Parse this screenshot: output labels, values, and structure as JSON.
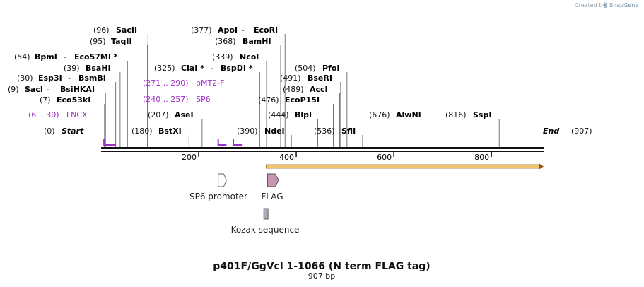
{
  "credit": {
    "text": "Created by",
    "brand": "SnapGene"
  },
  "map": {
    "length": 907,
    "start_label": "Start",
    "end_label": "End",
    "start_pos": "(0)",
    "end_pos": "(907)",
    "ticks": [
      200,
      400,
      600,
      800
    ],
    "tick_labels": [
      "200",
      "400",
      "600",
      "800"
    ]
  },
  "sites": [
    {
      "pos": "(96)",
      "name": "SacII",
      "site": 96
    },
    {
      "pos": "(95)",
      "name": "TaqII",
      "site": 95
    },
    {
      "pos": "(54)",
      "name": "BpmI",
      "sep": " - ",
      "name2": "Eco57MI *",
      "site": 54
    },
    {
      "pos": "(39)",
      "name": "BsaHI",
      "site": 39
    },
    {
      "pos": "(30)",
      "name": "Esp3I",
      "sep": " - ",
      "name2": "BsmBI",
      "site": 30
    },
    {
      "pos": "(9)",
      "name": "SacI",
      "sep": " - ",
      "name2": "BsiHKAI",
      "site": 9
    },
    {
      "pos": "(7)",
      "name": "Eco53kI",
      "site": 7
    },
    {
      "pos": "(377)",
      "name": "ApoI",
      "sep": " - ",
      "name2": "EcoRI",
      "site": 377
    },
    {
      "pos": "(368)",
      "name": "BamHI",
      "site": 368
    },
    {
      "pos": "(339)",
      "name": "NcoI",
      "site": 339
    },
    {
      "pos": "(325)",
      "name": "ClaI *",
      "sep": " - ",
      "name2": "BspDI *",
      "site": 325
    },
    {
      "pos": "(207)",
      "name": "AseI",
      "site": 207
    },
    {
      "pos": "(180)",
      "name": "BstXI",
      "site": 180
    },
    {
      "pos": "(390)",
      "name": "NdeI",
      "site": 390
    },
    {
      "pos": "(504)",
      "name": "PfoI",
      "site": 504
    },
    {
      "pos": "(491)",
      "name": "BseRI",
      "site": 491
    },
    {
      "pos": "(489)",
      "name": "AccI",
      "site": 489
    },
    {
      "pos": "(476)",
      "name": "EcoP15I",
      "site": 476
    },
    {
      "pos": "(444)",
      "name": "BlpI",
      "site": 444
    },
    {
      "pos": "(536)",
      "name": "SflI",
      "site": 536
    },
    {
      "pos": "(676)",
      "name": "AlwNI",
      "site": 676
    },
    {
      "pos": "(816)",
      "name": "SspI",
      "site": 816
    }
  ],
  "primers": [
    {
      "range": "(271 .. 290)",
      "name": "pMT2-F",
      "start": 271,
      "end": 290
    },
    {
      "range": "(240 .. 257)",
      "name": "SP6",
      "start": 240,
      "end": 257
    },
    {
      "range": "(6 .. 30)",
      "name": "LNCX",
      "start": 6,
      "end": 30
    }
  ],
  "features": [
    {
      "name": "SP6 promoter",
      "start": 240,
      "end": 257,
      "color": "#ffffff"
    },
    {
      "name": "FLAG",
      "start": 341,
      "end": 364,
      "color": "#c994ad"
    },
    {
      "name": "Kozak sequence",
      "start": 332,
      "end": 341,
      "color": "#a6acb9"
    }
  ],
  "orf": {
    "start": 338,
    "end": 907,
    "color": "#f1c36e"
  },
  "title": "p401F/GgVcl 1-1066 (N term FLAG tag)",
  "subtitle": "907 bp"
}
